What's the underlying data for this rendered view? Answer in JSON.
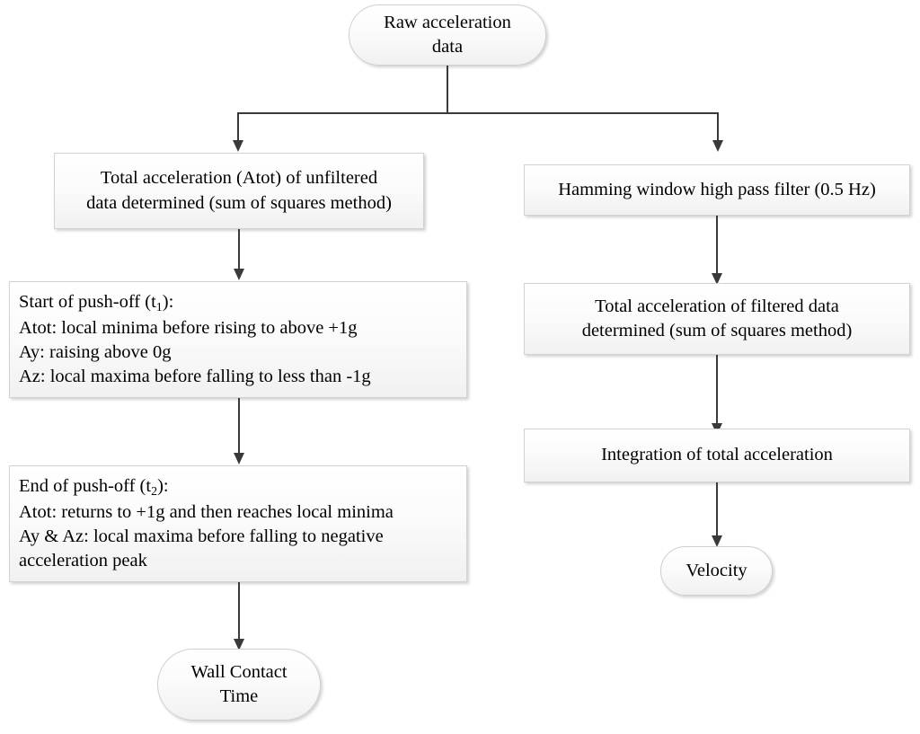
{
  "diagram": {
    "title": "Acceleration data processing flowchart",
    "type": "flowchart",
    "colors": {
      "background": "#ffffff",
      "node_fill_top": "#ffffff",
      "node_fill_bottom": "#f1f1f1",
      "node_border": "#d2d2d2",
      "connector": "#3a3a3a",
      "text": "#000000"
    },
    "nodes": {
      "start": {
        "shape": "terminator",
        "line1": "Raw acceleration",
        "line2": "data"
      },
      "left_total_accel": {
        "shape": "process",
        "line1": "Total acceleration (Atot) of unfiltered",
        "line2": "data determined (sum of squares method)"
      },
      "push_off_start": {
        "shape": "process",
        "line1_a": "Start of push-off (t",
        "line1_sub": "1",
        "line1_b": "):",
        "line2": "Atot: local minima before rising to above +1g",
        "line3": "Ay: raising above 0g",
        "line4": "Az: local maxima before falling to less than -1g"
      },
      "push_off_end": {
        "shape": "process",
        "line1_a": "End of push-off (t",
        "line1_sub": "2",
        "line1_b": "):",
        "line2": "Atot: returns to +1g and then reaches local minima",
        "line3": "Ay & Az: local maxima before falling to negative",
        "line4": "acceleration peak"
      },
      "wall_contact_time": {
        "shape": "terminator",
        "line1": "Wall Contact",
        "line2": "Time"
      },
      "hamming_filter": {
        "shape": "process",
        "line1": "Hamming window high pass filter (0.5 Hz)"
      },
      "right_total_accel": {
        "shape": "process",
        "line1": "Total acceleration of filtered data",
        "line2": "determined (sum of squares method)"
      },
      "integration": {
        "shape": "process",
        "line1": "Integration of total acceleration"
      },
      "velocity": {
        "shape": "terminator",
        "line1": "Velocity"
      }
    },
    "connectors": [
      {
        "name": "start-to-split",
        "from": "start",
        "to": "branch-bar"
      },
      {
        "name": "split-to-left-total-accel",
        "from": "branch-bar",
        "to": "left_total_accel"
      },
      {
        "name": "split-to-hamming-filter",
        "from": "branch-bar",
        "to": "hamming_filter"
      },
      {
        "name": "left-total-accel-to-push-off-start",
        "from": "left_total_accel",
        "to": "push_off_start"
      },
      {
        "name": "push-off-start-to-push-off-end",
        "from": "push_off_start",
        "to": "push_off_end"
      },
      {
        "name": "push-off-end-to-wall-contact-time",
        "from": "push_off_end",
        "to": "wall_contact_time"
      },
      {
        "name": "hamming-filter-to-right-total-accel",
        "from": "hamming_filter",
        "to": "right_total_accel"
      },
      {
        "name": "right-total-accel-to-integration",
        "from": "right_total_accel",
        "to": "integration"
      },
      {
        "name": "integration-to-velocity",
        "from": "integration",
        "to": "velocity"
      }
    ]
  }
}
